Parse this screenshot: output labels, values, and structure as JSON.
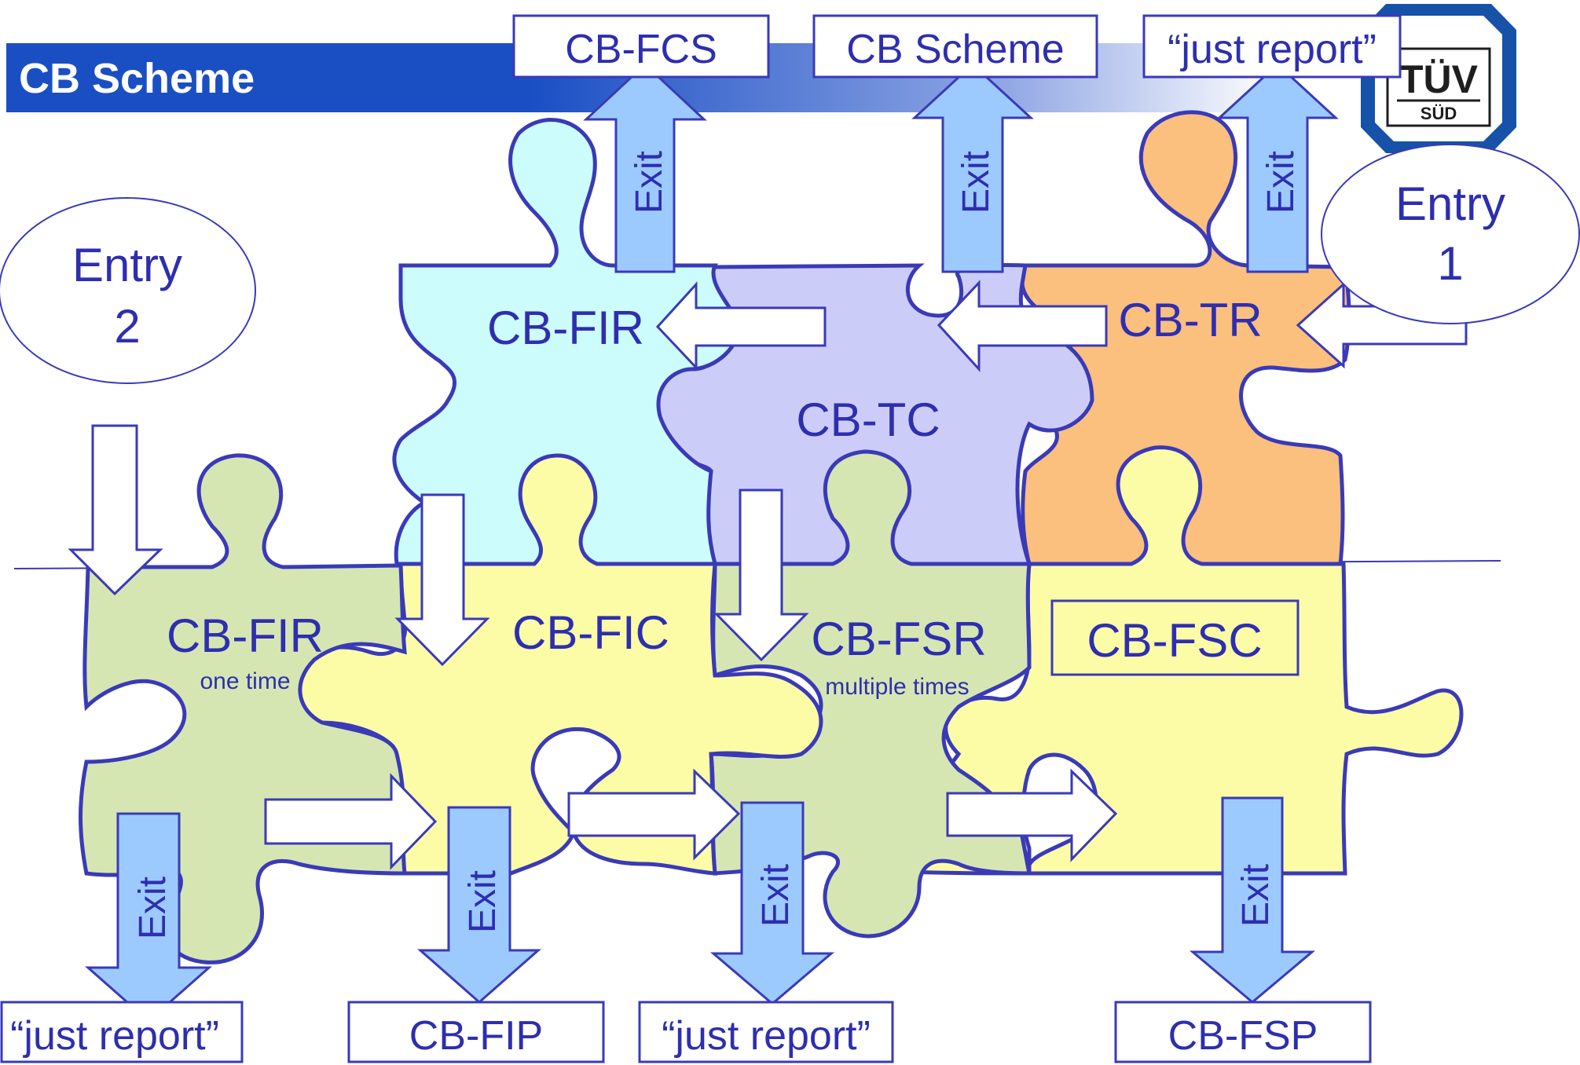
{
  "header": {
    "title": "CB Scheme",
    "bar_color": "#1a4fc4",
    "fade_color": "#ffffff"
  },
  "logo": {
    "line1": "TÜV",
    "line2": "SÜD",
    "icon": "tuv-sud-logo"
  },
  "entries": {
    "entry1": {
      "line1": "Entry",
      "line2": "1"
    },
    "entry2": {
      "line1": "Entry",
      "line2": "2"
    }
  },
  "top_boxes": {
    "cb_fcs": "CB-FCS",
    "cb_scheme": "CB Scheme",
    "just_report": "“just report”"
  },
  "bottom_boxes": {
    "just_report_left": "“just report”",
    "cb_fip": "CB-FIP",
    "just_report_mid": "“just report”",
    "cb_fsp": "CB-FSP"
  },
  "pieces": {
    "cb_fir_top": "CB-FIR",
    "cb_tc": "CB-TC",
    "cb_tr": "CB-TR",
    "cb_fir_bottom": "CB-FIR",
    "cb_fir_bottom_sub": "one time",
    "cb_fic": "CB-FIC",
    "cb_fsr": "CB-FSR",
    "cb_fsr_sub": "multiple times",
    "cb_fsc": "CB-FSC"
  },
  "exit_label": "Exit",
  "colors": {
    "text_blue": "#2e2eb0",
    "outline": "#3a3ab8",
    "cyan": "#ccfcfc",
    "lavender": "#ccccf8",
    "orange": "#fbbf7e",
    "green": "#d6e6b2",
    "yellow": "#fcfca6",
    "exit_arrow": "#9ccaff"
  }
}
